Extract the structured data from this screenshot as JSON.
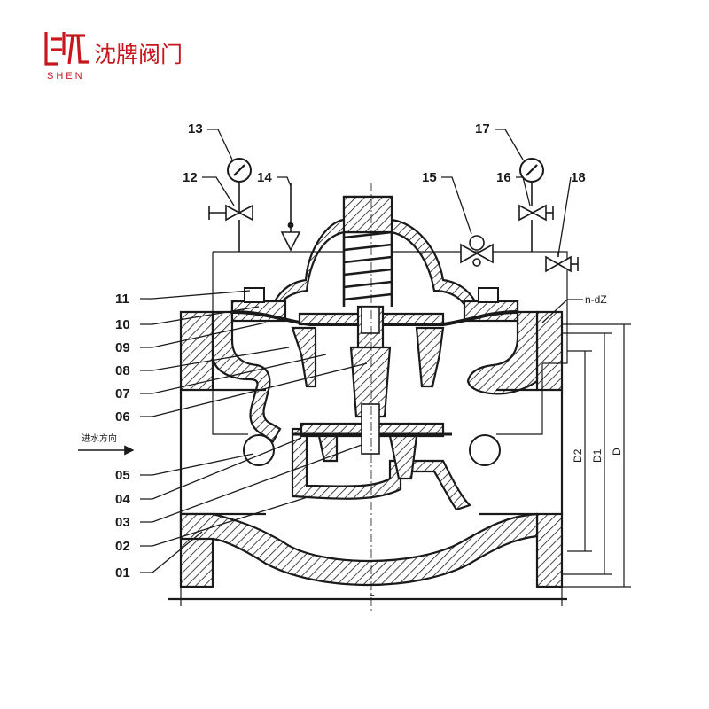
{
  "logo": {
    "brand_cn": "沈牌阀门",
    "brand_en": "SHEN",
    "color": "#c8161d"
  },
  "diagram": {
    "part_labels_left": [
      "11",
      "10",
      "09",
      "08",
      "07",
      "06",
      "05",
      "04",
      "03",
      "02",
      "01"
    ],
    "part_labels_top": [
      "13",
      "12",
      "14",
      "15",
      "16",
      "17",
      "18"
    ],
    "flow_label": "进水方向",
    "hole_label": "n-dZ",
    "dimension_labels": [
      "D2",
      "D1",
      "D"
    ],
    "length_label": "L"
  }
}
